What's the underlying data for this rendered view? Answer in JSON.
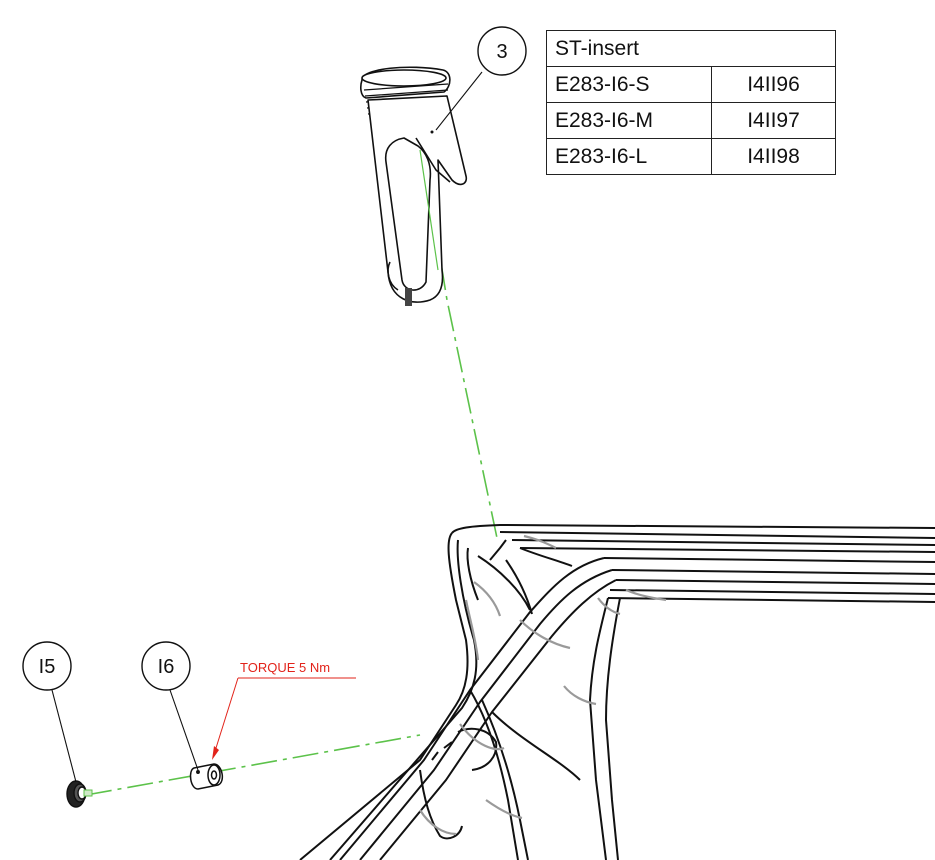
{
  "table": {
    "header": "ST-insert",
    "rows": [
      {
        "part": "E283-I6-S",
        "code": "I4II96"
      },
      {
        "part": "E283-I6-M",
        "code": "I4II97"
      },
      {
        "part": "E283-I6-L",
        "code": "I4II98"
      }
    ]
  },
  "callouts": {
    "item_3": "3",
    "item_15": "I5",
    "item_16": "I6"
  },
  "annotation": {
    "torque": "TORQUE 5 Nm"
  },
  "colors": {
    "line": "#111111",
    "assembly_line": "#5cc24a",
    "torque": "#e2231a",
    "shading": "#9a9a9a"
  }
}
